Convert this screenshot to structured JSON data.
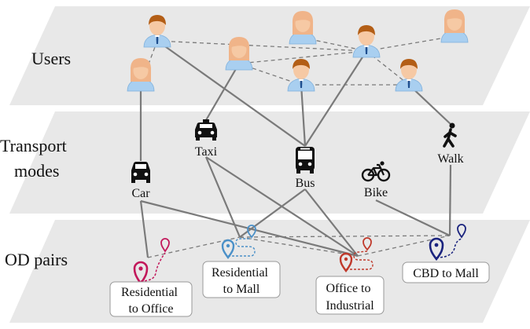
{
  "layers": [
    {
      "id": "users",
      "label": "Users"
    },
    {
      "id": "modes",
      "label_lines": [
        "Transport",
        "modes"
      ]
    },
    {
      "id": "od",
      "label": "OD pairs"
    }
  ],
  "transport_modes": [
    {
      "id": "car",
      "label": "Car",
      "icon": "car-icon"
    },
    {
      "id": "taxi",
      "label": "Taxi",
      "icon": "taxi-icon"
    },
    {
      "id": "bus",
      "label": "Bus",
      "icon": "bus-icon"
    },
    {
      "id": "bike",
      "label": "Bike",
      "icon": "bicycle-icon"
    },
    {
      "id": "walk",
      "label": "Walk",
      "icon": "pedestrian-icon"
    }
  ],
  "od_pairs": [
    {
      "id": "res-office",
      "label_lines": [
        "Residential",
        "to Office"
      ],
      "color": "#c2185b"
    },
    {
      "id": "res-mall",
      "label_lines": [
        "Residential",
        "to Mall"
      ],
      "color": "#4a90c8"
    },
    {
      "id": "office-ind",
      "label_lines": [
        "Office to",
        "Industrial"
      ],
      "color": "#c0392b"
    },
    {
      "id": "cbd-mall",
      "label_lines": [
        "CBD to Mall"
      ],
      "color": "#1a237e"
    }
  ],
  "users": [
    {
      "id": "u1",
      "gender": "male"
    },
    {
      "id": "u2",
      "gender": "female"
    },
    {
      "id": "u3",
      "gender": "female"
    },
    {
      "id": "u4",
      "gender": "male"
    },
    {
      "id": "u5",
      "gender": "female"
    },
    {
      "id": "u6",
      "gender": "female"
    },
    {
      "id": "u7",
      "gender": "male"
    },
    {
      "id": "u8",
      "gender": "male"
    }
  ],
  "edges": {
    "user_social": [
      [
        "u1",
        "u2"
      ],
      [
        "u1",
        "u4"
      ],
      [
        "u3",
        "u4"
      ],
      [
        "u4",
        "u6"
      ],
      [
        "u4",
        "u5"
      ],
      [
        "u4",
        "u8"
      ],
      [
        "u5",
        "u7"
      ],
      [
        "u7",
        "u8"
      ]
    ],
    "user_mode": [
      [
        "u1",
        "bus"
      ],
      [
        "u2",
        "car"
      ],
      [
        "u5",
        "taxi"
      ],
      [
        "u7",
        "bus"
      ],
      [
        "u4",
        "bus"
      ],
      [
        "u8",
        "walk"
      ]
    ],
    "mode_od": [
      [
        "car",
        "res-office"
      ],
      [
        "car",
        "office-ind"
      ],
      [
        "taxi",
        "res-mall"
      ],
      [
        "taxi",
        "office-ind"
      ],
      [
        "bus",
        "res-mall"
      ],
      [
        "bus",
        "office-ind"
      ],
      [
        "bike",
        "cbd-mall"
      ],
      [
        "walk",
        "cbd-mall"
      ]
    ],
    "od_od": [
      [
        "res-office",
        "res-mall"
      ],
      [
        "res-mall",
        "office-ind"
      ],
      [
        "res-mall",
        "cbd-mall"
      ],
      [
        "office-ind",
        "cbd-mall"
      ]
    ]
  },
  "colors": {
    "plane": "#e8e8e8",
    "edge": "#7a7a7a",
    "skin": "#f6c9a4",
    "hair_male": "#b35e16",
    "hair_female": "#f0b489",
    "shirt": "#a9cff0"
  }
}
